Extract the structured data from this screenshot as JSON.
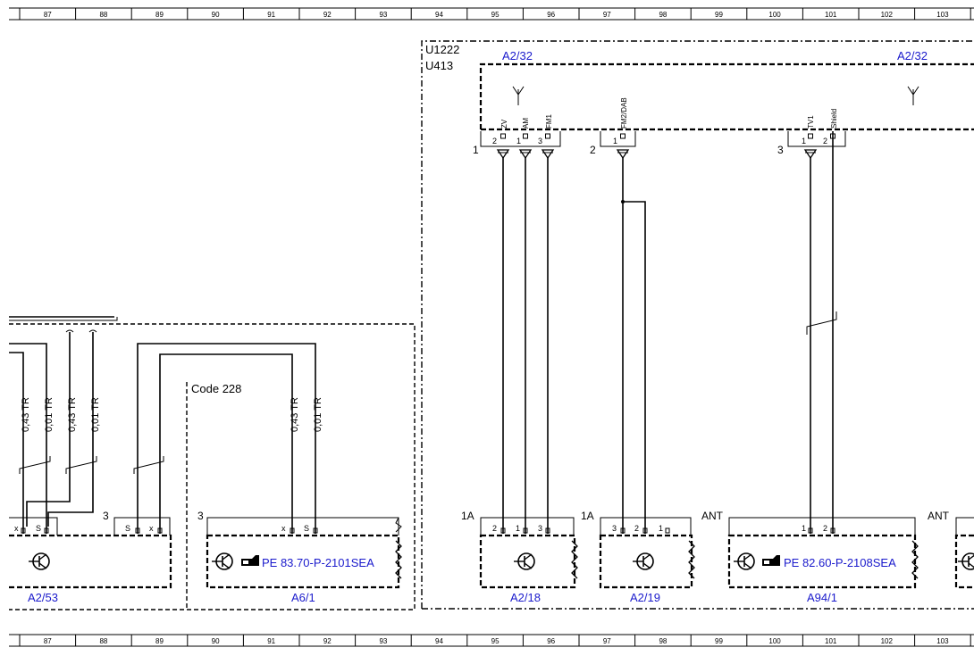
{
  "grid_columns": [
    "87",
    "88",
    "89",
    "90",
    "91",
    "92",
    "93",
    "94",
    "95",
    "96",
    "97",
    "98",
    "99",
    "100",
    "101",
    "102",
    "103"
  ],
  "region": {
    "code1": "U1222",
    "code2": "U413",
    "code228": "Code 228"
  },
  "components": {
    "antenna_left": "A2/32",
    "antenna_right": "A2/32",
    "a2_53": "A2/53",
    "a6_1": "A6/1",
    "a2_18": "A2/18",
    "a2_19": "A2/19",
    "a94_1": "A94/1"
  },
  "references": {
    "a6_1": "PE 83.70-P-2101SEA",
    "a94_1": "PE 82.60-P-2108SEA"
  },
  "connectors": {
    "c1": "1",
    "c2": "2",
    "c3": "3",
    "a2_53_num": "3",
    "a6_1_num": "3",
    "a2_18_num": "1A",
    "a2_19_num": "1A",
    "a94_1_label": "ANT",
    "right_label": "ANT"
  },
  "signals": {
    "zv": "ZV",
    "am": "AM",
    "fm1": "FM1",
    "fm2dab": "FM2/DAB",
    "tv1": "TV1",
    "shield": "Shield"
  },
  "pins": {
    "p2": "2",
    "p1": "1",
    "p3": "3",
    "px": "x",
    "ps": "S"
  },
  "wires": {
    "w1": "0,43 TR",
    "w2": "0,01 TR",
    "w3": "0,43 TR",
    "w4": "0,01 TR",
    "w5": "0,43 TR",
    "w6": "0,01 TR"
  }
}
